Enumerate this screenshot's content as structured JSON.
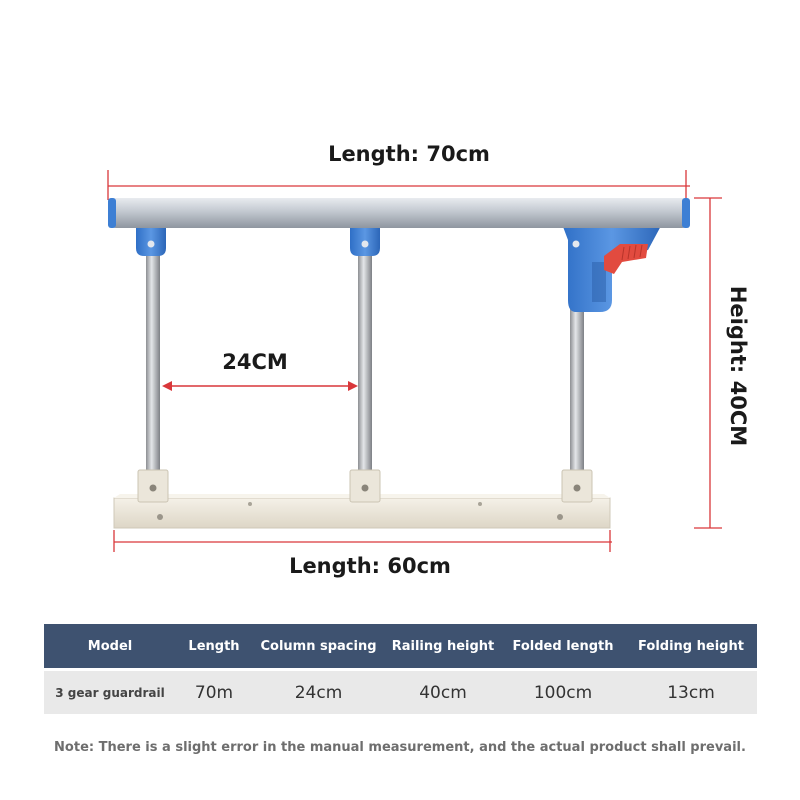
{
  "dimensions": {
    "top_length_label": "Length: 70cm",
    "bottom_length_label": "Length: 60cm",
    "column_spacing_label": "24CM",
    "height_label": "Height: 40CM"
  },
  "colors": {
    "dimension_line": "#d9373a",
    "rail": "#c9ced5",
    "bracket": "#3d7fd4",
    "lock_button": "#e24b3f",
    "base": "#ece7dc",
    "table_header": "#3e5270",
    "table_row": "#e9e9e9"
  },
  "spec_table": {
    "headers": [
      "Model",
      "Length",
      "Column spacing",
      "Railing height",
      "Folded length",
      "Folding height"
    ],
    "rows": [
      [
        "3 gear guardrail",
        "70m",
        "24cm",
        "40cm",
        "100cm",
        "13cm"
      ]
    ]
  },
  "note": "Note: There is a slight error in the manual measurement, and the actual product shall prevail."
}
